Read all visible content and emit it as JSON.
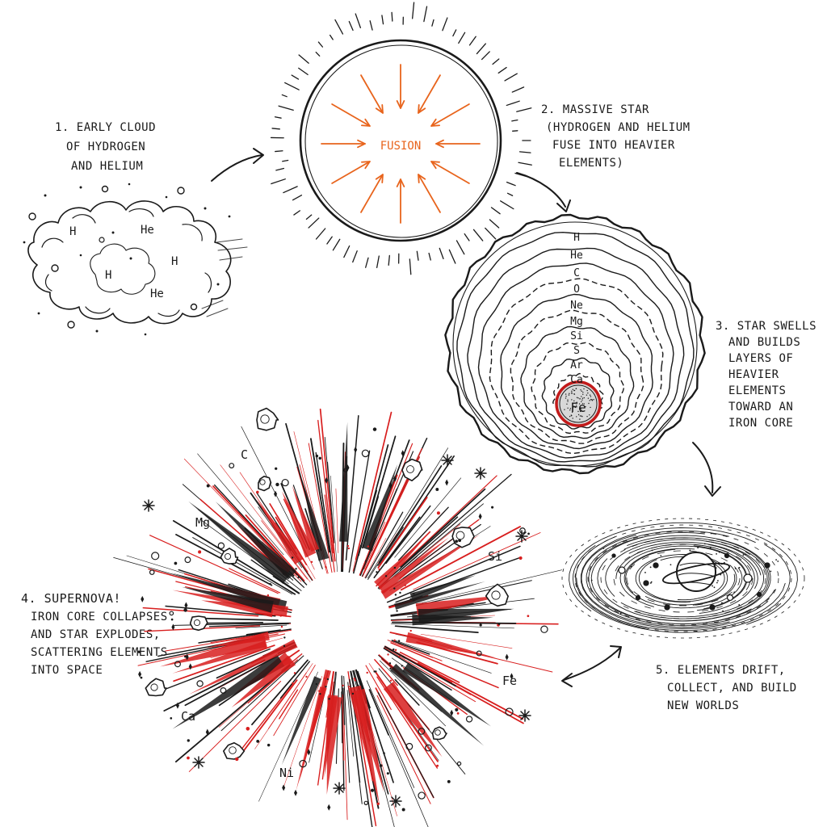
{
  "steps": [
    {
      "lines": [
        "1. EARLY CLOUD",
        "OF HYDROGEN",
        "AND HELIUM"
      ]
    },
    {
      "lines": [
        "2. MASSIVE STAR",
        "(HYDROGEN AND HELIUM",
        "FUSE INTO HEAVIER",
        "ELEMENTS)"
      ]
    },
    {
      "lines": [
        "3. STAR SWELLS",
        "AND BUILDS",
        "LAYERS OF",
        "HEAVIER",
        "ELEMENTS",
        "TOWARD AN",
        "IRON CORE"
      ]
    },
    {
      "lines": [
        "4. SUPERNOVA!",
        "IRON CORE COLLAPSES",
        "AND STAR EXPLODES,",
        "SCATTERING ELEMENTS",
        "INTO SPACE"
      ]
    },
    {
      "lines": [
        "5. ELEMENTS DRIFT,",
        "COLLECT, AND BUILD",
        "NEW WORLDS"
      ]
    }
  ],
  "cloud_labels": [
    "H",
    "He",
    "H",
    "H",
    "He"
  ],
  "fusion_label": "FUSION",
  "layer_labels": [
    "H",
    "He",
    "C",
    "O",
    "Ne",
    "Mg",
    "Si",
    "S",
    "Ar",
    "Ca"
  ],
  "core_label": "Fe",
  "supernova_labels": [
    "C",
    "Mg",
    "Si",
    "Fe",
    "Ca",
    "Ni"
  ],
  "colors": {
    "ink": "#1a1a1a",
    "fusion": "#e8641c",
    "explosion": "#d81e1e"
  }
}
